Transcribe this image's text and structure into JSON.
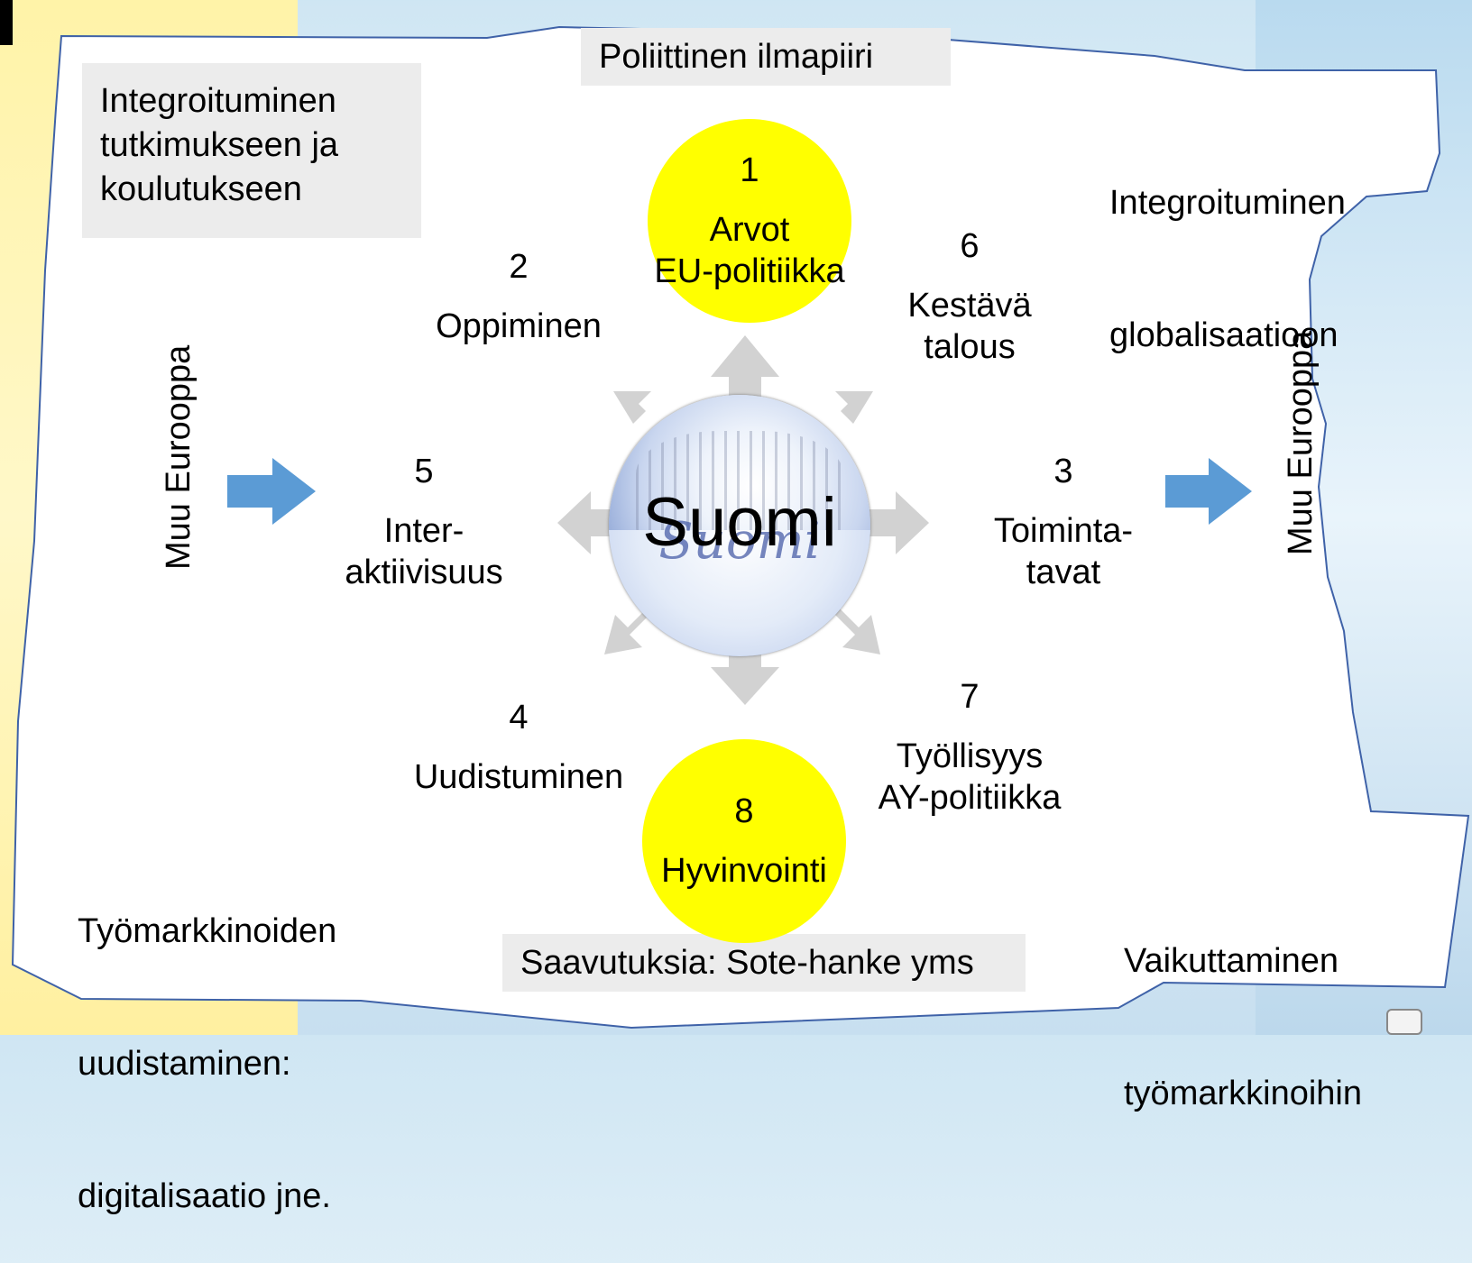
{
  "title_tag": "Poliittinen ilmapiiri",
  "corners": {
    "top_left": [
      "Integroituminen",
      "tutkimukseen ja",
      "koulutukseen"
    ],
    "top_right": [
      "Integroituminen",
      "globalisaatioon"
    ],
    "bottom_left": [
      "Työmarkkinoiden",
      "uudistaminen:",
      "digitalisaatio jne."
    ],
    "bottom_right": [
      "Vaikuttaminen",
      "työmarkkinoihin"
    ]
  },
  "bottom_tag": "Saavutuksia: Sote-hanke yms",
  "side_labels": {
    "left": "Muu Eurooppa",
    "right": "Muu Eurooppa"
  },
  "center": {
    "label": "Suomi",
    "script_text": "Suomi"
  },
  "nodes": [
    {
      "num": "1",
      "lines": [
        "Arvot",
        "EU-politiikka"
      ],
      "highlight": true
    },
    {
      "num": "2",
      "lines": [
        "Oppiminen"
      ],
      "highlight": false
    },
    {
      "num": "6",
      "lines": [
        "Kestävä",
        "talous"
      ],
      "highlight": false
    },
    {
      "num": "5",
      "lines": [
        "Inter-",
        "aktiivisuus"
      ],
      "highlight": false
    },
    {
      "num": "3",
      "lines": [
        "Toiminta-",
        "tavat"
      ],
      "highlight": false
    },
    {
      "num": "4",
      "lines": [
        "Uudistuminen"
      ],
      "highlight": false
    },
    {
      "num": "7",
      "lines": [
        "Työllisyys",
        "AY-politiikka"
      ],
      "highlight": false
    },
    {
      "num": "8",
      "lines": [
        "Hyvinvointi"
      ],
      "highlight": true
    }
  ],
  "colors": {
    "highlight": "#ffff00",
    "node": "#ffffff",
    "tag_bg": "#ececec",
    "blue_arrow": "#5b9bd5",
    "grey_arrow": "#cfcfcf",
    "paper": "#ffffff",
    "paper_border": "#3f62a8"
  }
}
